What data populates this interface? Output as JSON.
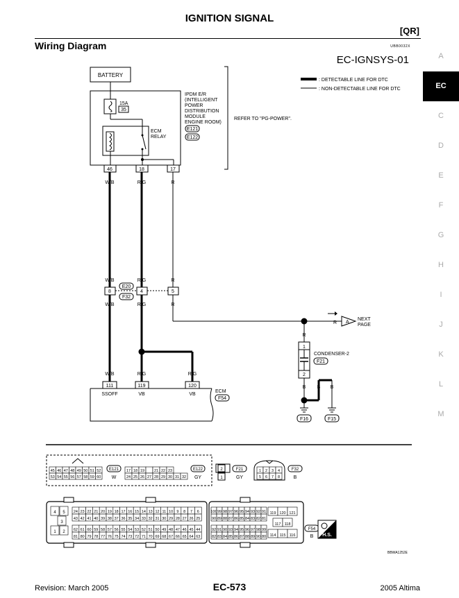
{
  "page": {
    "title": "IGNITION SIGNAL",
    "badge": "[QR]",
    "section": "Wiring Diagram",
    "diagram_code": "EC-IGNSYS-01",
    "image_code_top": "UBB0032X",
    "image_code_bottom": "BBWA1252E",
    "footer": {
      "revision": "Revision: March 2005",
      "page": "EC-573",
      "model": "2005 Altima"
    }
  },
  "side_tabs": [
    "A",
    "EC",
    "C",
    "D",
    "E",
    "F",
    "G",
    "H",
    "I",
    "J",
    "K",
    "L",
    "M"
  ],
  "side_tabs_active": "EC",
  "legend": {
    "detectable": ": DETECTABLE LINE FOR DTC",
    "non_detectable": ": NON-DETECTABLE LINE FOR DTC"
  },
  "battery": "BATTERY",
  "ipdm": {
    "name_lines": [
      "IPDM E/R",
      "(INTELLIGENT",
      "POWER",
      "DISTRIBUTION",
      "MODULE",
      "ENGINE ROOM)"
    ],
    "connectors": [
      "E121",
      "E122"
    ],
    "fuse_amps": "15A",
    "fuse_no": "35",
    "relay_lines": [
      "ECM",
      "RELAY"
    ],
    "refer": "REFER TO \"PG-POWER\".",
    "pins": [
      "46",
      "18",
      "17"
    ]
  },
  "wires_top": [
    "W/B",
    "R/G",
    "R"
  ],
  "joint": {
    "connectors": [
      "E20",
      "F32"
    ],
    "pins": [
      "8",
      "4",
      "5"
    ],
    "colors_above": [
      "W/B",
      "R/G",
      "R"
    ],
    "colors_below": [
      "W/B",
      "R/G",
      "R"
    ]
  },
  "next_page": {
    "wire": "R",
    "letter": "A",
    "label_lines": [
      "NEXT",
      "PAGE"
    ]
  },
  "condenser": {
    "wire_top": "R",
    "pins": [
      "1",
      "2"
    ],
    "name": "CONDENSER-2",
    "connector": "F21",
    "wire_bottom": "B"
  },
  "grounds": [
    {
      "wire": "B",
      "connector": "F16"
    },
    {
      "wire": "B",
      "connector": "F15"
    }
  ],
  "ecm_branch_wire": "R/G",
  "ecm": {
    "name": "ECM",
    "connector": "F54",
    "wire_colors": [
      "W/B",
      "R/G",
      "R/G"
    ],
    "pins": [
      "111",
      "119",
      "120"
    ],
    "signals": [
      "SSOFF",
      "VB",
      "VB"
    ]
  },
  "connector_views": {
    "e121": {
      "row1": [
        "45",
        "46",
        "47",
        "48",
        "49",
        "50",
        "51",
        "52"
      ],
      "row2": [
        "53",
        "54",
        "55",
        "56",
        "57",
        "58",
        "59",
        "60"
      ],
      "id": "E121",
      "color": "W"
    },
    "e122": {
      "row1": [
        "17",
        "18",
        "19",
        "",
        "21",
        "22",
        "23"
      ],
      "row2": [
        "24",
        "25",
        "26",
        "27",
        "28",
        "29",
        "30",
        "31",
        "32"
      ],
      "id": "E122",
      "color": "GY"
    },
    "f21": {
      "pins": [
        "1",
        "2"
      ],
      "id": "F21",
      "color": "GY"
    },
    "f32": {
      "row1": [
        "1",
        "2",
        "3",
        "4"
      ],
      "row2": [
        "5",
        "6",
        "7",
        "8"
      ],
      "id": "F32",
      "color": "B"
    },
    "f54": {
      "left": [
        "4",
        "5",
        "3",
        "1",
        "2"
      ],
      "row1": [
        "24",
        "23",
        "22",
        "21",
        "20",
        "19",
        "18",
        "17",
        "16",
        "15",
        "14",
        "13",
        "12",
        "11",
        "10",
        "9",
        "8",
        "7",
        "6"
      ],
      "row2": [
        "43",
        "42",
        "41",
        "40",
        "39",
        "38",
        "37",
        "36",
        "35",
        "34",
        "33",
        "32",
        "31",
        "30",
        "29",
        "28",
        "27",
        "26",
        "25"
      ],
      "row3": [
        "62",
        "61",
        "60",
        "59",
        "58",
        "57",
        "56",
        "55",
        "54",
        "53",
        "52",
        "51",
        "50",
        "49",
        "48",
        "47",
        "46",
        "45",
        "44"
      ],
      "row4": [
        "81",
        "80",
        "79",
        "78",
        "77",
        "76",
        "75",
        "74",
        "73",
        "72",
        "71",
        "70",
        "69",
        "68",
        "67",
        "66",
        "65",
        "64",
        "63"
      ],
      "mid1": [
        "100",
        "99",
        "98",
        "97",
        "96",
        "95",
        "94",
        "93",
        "92",
        "91"
      ],
      "mid2": [
        "90",
        "89",
        "88",
        "87",
        "86",
        "85",
        "84",
        "83",
        "82",
        "81"
      ],
      "mid3": [
        "92",
        "91",
        "90",
        "93",
        "94",
        "95",
        "96",
        "97",
        "98",
        "99"
      ],
      "mid4": [
        "82",
        "83",
        "84",
        "85",
        "86",
        "87",
        "88",
        "89",
        "90",
        "80"
      ],
      "right1": [
        "119",
        "120",
        "121"
      ],
      "right2": [
        "117",
        "118"
      ],
      "right3": [
        "114",
        "115",
        "116"
      ],
      "id": "F54",
      "color": "B",
      "hs": "H.S."
    }
  }
}
